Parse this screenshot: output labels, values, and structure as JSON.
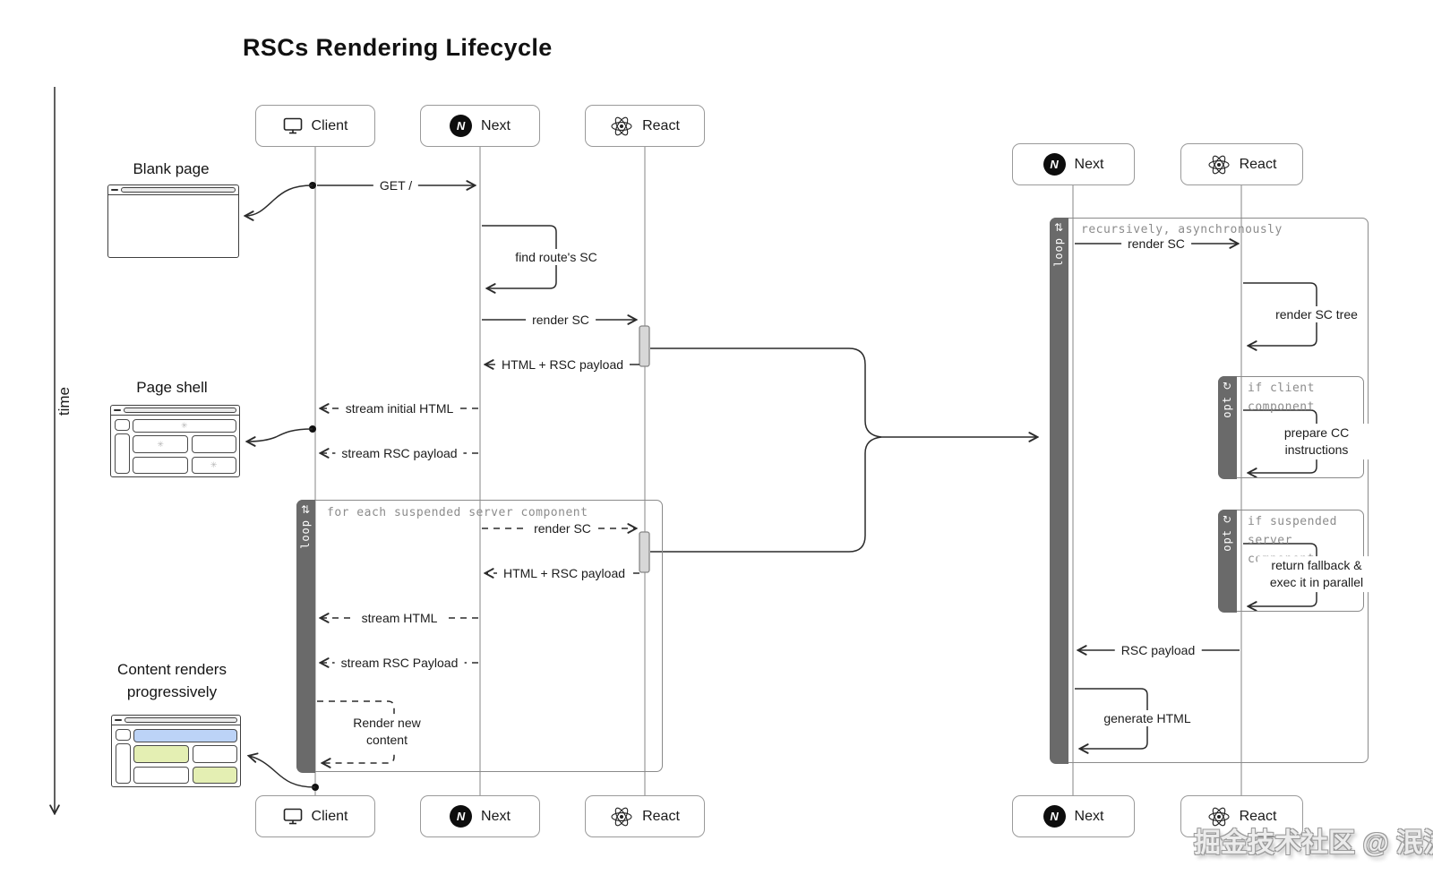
{
  "title": "RSCs Rendering Lifecycle",
  "time_axis": {
    "label": "time"
  },
  "participants": {
    "client": {
      "label": "Client"
    },
    "next": {
      "label": "Next",
      "logo_letter": "N"
    },
    "react": {
      "label": "React"
    }
  },
  "icons": {
    "loop": "⇅",
    "opt": "↻",
    "spinner": "✳"
  },
  "left_diagram": {
    "annotations": {
      "blank_page": "Blank page",
      "page_shell": "Page shell",
      "content_renders": "Content renders progressively"
    },
    "messages": {
      "get_root": "GET /",
      "find_routes_sc": "find route's SC",
      "render_sc": "render SC",
      "html_rsc_payload": "HTML + RSC payload",
      "stream_initial_html": "stream initial HTML",
      "stream_rsc_payload": "stream RSC payload",
      "loop_render_sc": "render SC",
      "loop_html_rsc_payload": "HTML + RSC payload",
      "stream_html": "stream HTML",
      "stream_rsc_payload_2": "stream RSC Payload",
      "render_new_content": "Render new content"
    },
    "loop": {
      "keyword": "loop",
      "condition": "for each suspended server component"
    }
  },
  "right_diagram": {
    "loop": {
      "keyword": "loop",
      "condition": "recursively, asynchronously"
    },
    "opt_client": {
      "keyword": "opt",
      "condition": "if client component"
    },
    "opt_suspended": {
      "keyword": "opt",
      "condition": "if suspended server component"
    },
    "messages": {
      "render_sc": "render SC",
      "render_sc_tree": "render SC tree",
      "prepare_cc_instructions": "prepare CC instructions",
      "return_fallback": "return fallback & exec it in parallel",
      "rsc_payload": "RSC payload",
      "generate_html": "generate HTML"
    }
  },
  "watermark": "掘金技术社区 @ 泯泷",
  "colors": {
    "content_blue": "#bcd3f7",
    "content_green": "#e4efb3",
    "frame_strip": "#6a6a6a"
  }
}
